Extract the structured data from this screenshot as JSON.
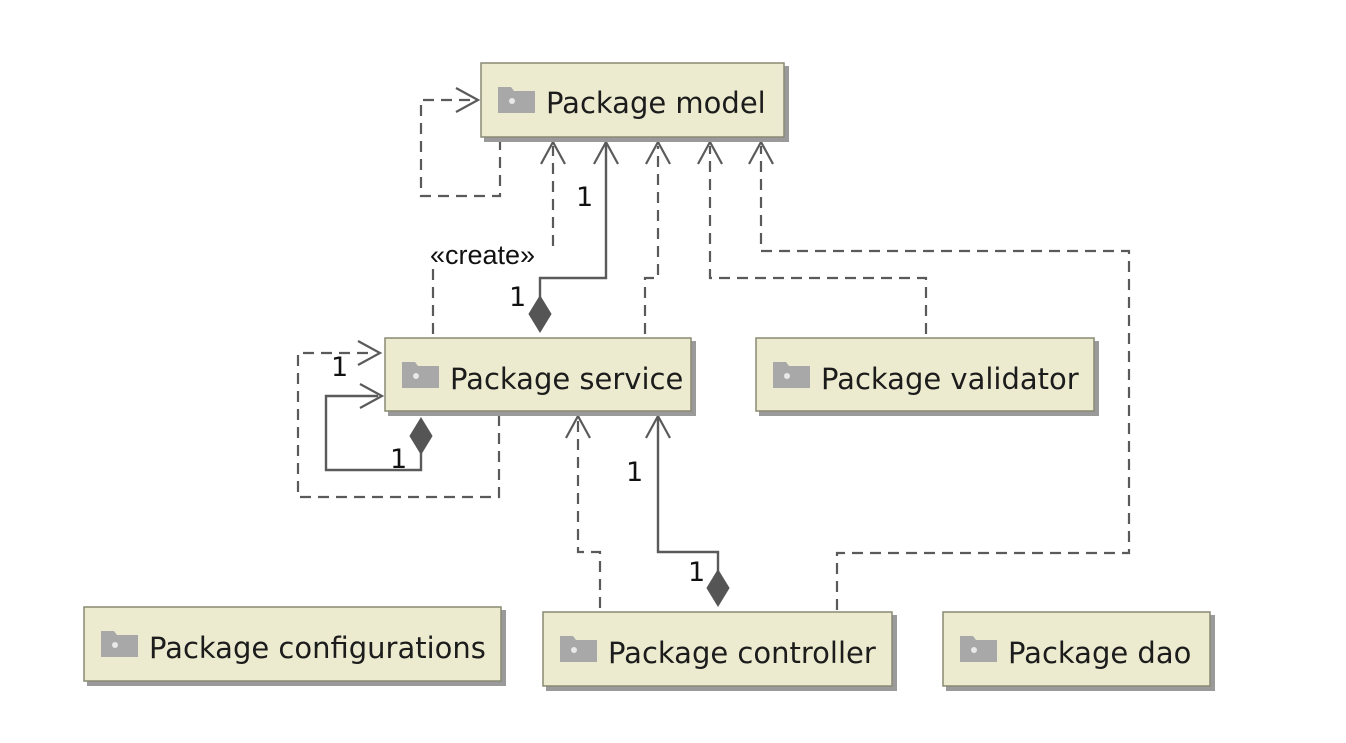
{
  "packages": {
    "model": "Package model",
    "service": "Package service",
    "validator": "Package validator",
    "configurations": "Package configurations",
    "controller": "Package controller",
    "dao": "Package dao"
  },
  "labels": {
    "create": "«create»",
    "m_service_model_top": "1",
    "m_service_model_bottom": "1",
    "m_service_self_top": "1",
    "m_service_self_bottom": "1",
    "m_controller_service_top": "1",
    "m_controller_service_bottom": "1"
  },
  "colors": {
    "package_fill": "#ecebcf",
    "connector": "#5a5a5a",
    "folder_icon": "#a8a8a8"
  },
  "icons": {
    "package": "folder-icon"
  }
}
